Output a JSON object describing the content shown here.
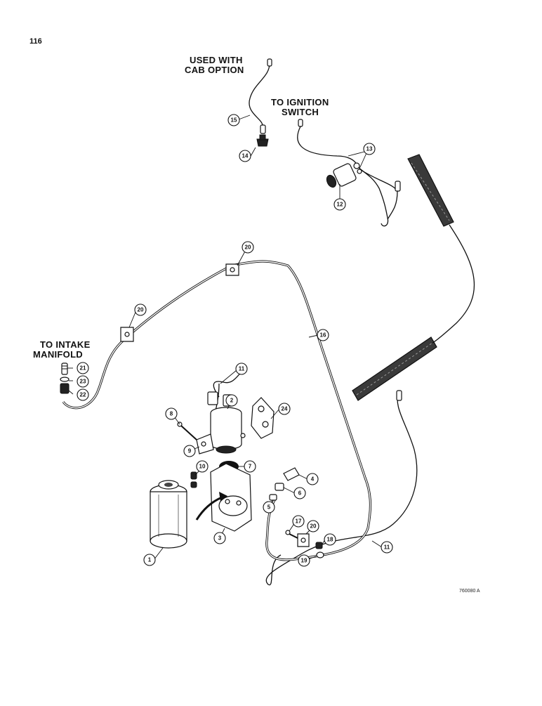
{
  "page": {
    "number": "116",
    "drawing_ref": "760080 A"
  },
  "annotations": {
    "cab_option": [
      "USED WITH",
      "CAB OPTION"
    ],
    "ignition": [
      "TO IGNITION",
      "SWITCH"
    ],
    "intake": [
      "TO INTAKE",
      "MANIFOLD"
    ]
  },
  "callouts": [
    "1",
    "2",
    "3",
    "4",
    "5",
    "6",
    "7",
    "8",
    "9",
    "10",
    "11",
    "11",
    "11",
    "12",
    "13",
    "14",
    "15",
    "16",
    "17",
    "18",
    "19",
    "20",
    "20",
    "20",
    "20",
    "21",
    "22",
    "23",
    "24"
  ]
}
